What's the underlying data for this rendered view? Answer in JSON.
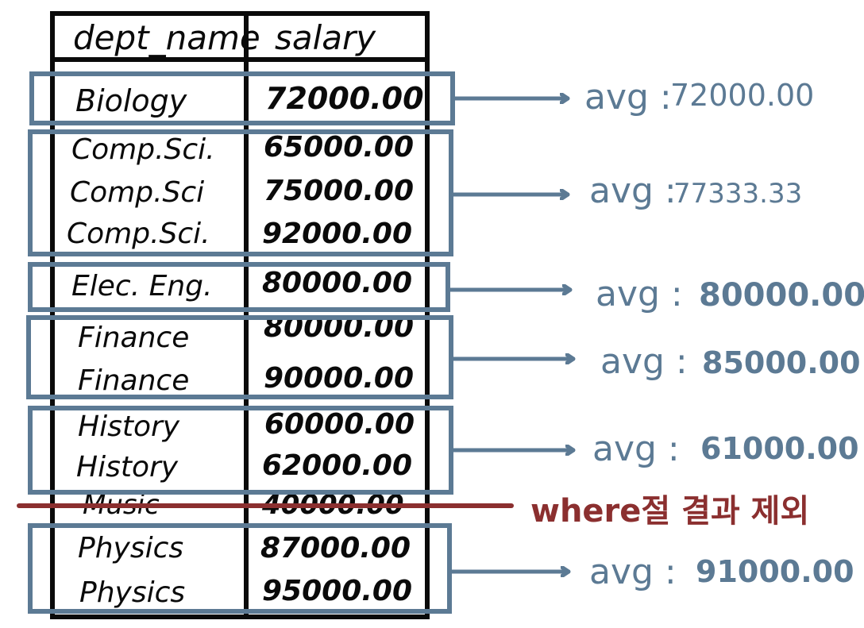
{
  "table": {
    "headers": {
      "dept": "dept_name",
      "salary": "salary"
    },
    "rows": [
      {
        "dept": "Biology",
        "salary": "72000.00"
      },
      {
        "dept": "Comp.Sci.",
        "salary": "65000.00"
      },
      {
        "dept": "Comp.Sci",
        "salary": "75000.00"
      },
      {
        "dept": "Comp.Sci.",
        "salary": "92000.00"
      },
      {
        "dept": "Elec. Eng.",
        "salary": "80000.00"
      },
      {
        "dept": "Finance",
        "salary": "80000.00"
      },
      {
        "dept": "Finance",
        "salary": "90000.00"
      },
      {
        "dept": "History",
        "salary": "60000.00"
      },
      {
        "dept": "History",
        "salary": "62000.00"
      },
      {
        "dept": "Music",
        "salary": "40000.00"
      },
      {
        "dept": "Physics",
        "salary": "87000.00"
      },
      {
        "dept": "Physics",
        "salary": "95000.00"
      }
    ]
  },
  "groups": [
    {
      "dept": "Biology",
      "avg_label": "avg :",
      "avg_value": "72000.00"
    },
    {
      "dept": "Comp.Sci.",
      "avg_label": "avg :",
      "avg_value": "77333.33"
    },
    {
      "dept": "Elec. Eng.",
      "avg_label": "avg :",
      "avg_value": "80000.00"
    },
    {
      "dept": "Finance",
      "avg_label": "avg :",
      "avg_value": "85000.00"
    },
    {
      "dept": "History",
      "avg_label": "avg :",
      "avg_value": "61000.00"
    },
    {
      "dept": "Physics",
      "avg_label": "avg :",
      "avg_value": "91000.00"
    }
  ],
  "excluded_note": "where절 결과 제외",
  "colors": {
    "ink": "#0a0a0a",
    "group": "#5c7a94",
    "excluded": "#8b2f2f"
  }
}
